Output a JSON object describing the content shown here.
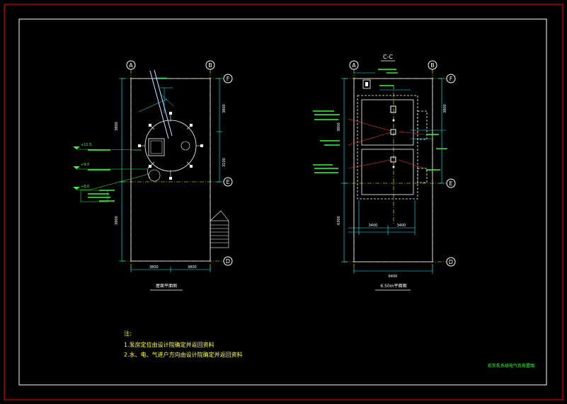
{
  "colors": {
    "background": "#000000",
    "frame": "#ff0000",
    "border": "#ffffff",
    "axis": "#ffffff",
    "dim": "#00ffff",
    "dashed_axis": "#ffff00",
    "annotation": "#33ff33",
    "leader": "#ff3333",
    "equipment": "#ffffff",
    "notes": "#ffff33"
  },
  "left_plan": {
    "axis_labels": {
      "top_left": "A",
      "top_right": "B",
      "right_top": "F",
      "right_mid": "E",
      "right_bottom": "D"
    },
    "caption": "屋面平面图",
    "dims_bottom": [
      "3800",
      "3800"
    ],
    "dims_left": [
      "3800",
      "3900"
    ],
    "dims_right": [
      "3800",
      "3100"
    ],
    "elevations": [
      "+11.5",
      "+9.0",
      "+8.0"
    ]
  },
  "right_plan": {
    "section_label": "C-C",
    "axis_labels": {
      "top_left": "A",
      "top_right": "B",
      "right_top": "F",
      "right_mid": "E",
      "right_bottom": "D"
    },
    "caption": "6.50m平面图",
    "dims_bottom": [
      "6400"
    ],
    "dims_mid": [
      "3400",
      "3400"
    ],
    "dims_left": [
      "3800",
      "6300"
    ],
    "dims_right": [
      "3800"
    ]
  },
  "notes": {
    "heading": "注:",
    "line1": "1.泵房定位由设计院确定并返回资料",
    "line2": "2.水、电、气进户方向由设计院确定并返回资料"
  },
  "title_block": "石灰乳系统电气及布置图"
}
